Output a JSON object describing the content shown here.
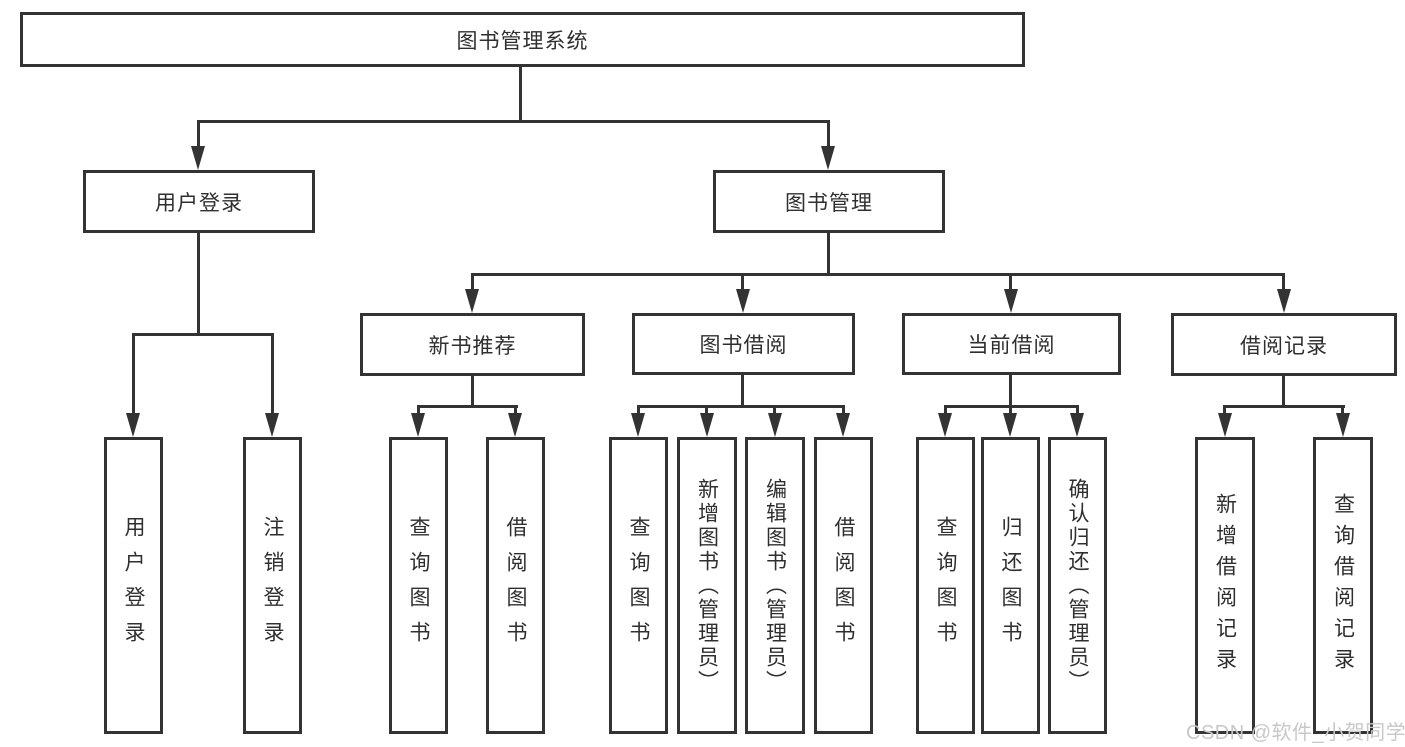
{
  "nodes": {
    "root": "图书管理系统",
    "user_login": "用户登录",
    "book_mgmt": "图书管理",
    "new_book_rec": "新书推荐",
    "book_borrow": "图书借阅",
    "current_borrow": "当前借阅",
    "borrow_records": "借阅记录",
    "ul_user_login": "用户登录",
    "ul_logout": "注销登录",
    "nb_query_book": "查询图书",
    "nb_borrow_book": "借阅图书",
    "bb_query_book": "查询图书",
    "bb_add_book": "新增图书（管理员）",
    "bb_edit_book": "编辑图书（管理员）",
    "bb_borrow_book": "借阅图书",
    "cb_query_book": "查询图书",
    "cb_return_book": "归还图书",
    "cb_confirm_return": "确认归还（管理员）",
    "br_add_record": "新增借阅记录",
    "br_query_record": "查询借阅记录"
  },
  "hierarchy": {
    "root": [
      "user_login",
      "book_mgmt"
    ],
    "user_login": [
      "ul_user_login",
      "ul_logout"
    ],
    "book_mgmt": [
      "new_book_rec",
      "book_borrow",
      "current_borrow",
      "borrow_records"
    ],
    "new_book_rec": [
      "nb_query_book",
      "nb_borrow_book"
    ],
    "book_borrow": [
      "bb_query_book",
      "bb_add_book",
      "bb_edit_book",
      "bb_borrow_book"
    ],
    "current_borrow": [
      "cb_query_book",
      "cb_return_book",
      "cb_confirm_return"
    ],
    "borrow_records": [
      "br_add_record",
      "br_query_record"
    ]
  },
  "watermark": "CSDN @软件_小贺同学",
  "colors": {
    "line": "#333333",
    "box_border": "#333333",
    "box_background": "#ffffff",
    "text": "#2f2f2f",
    "watermark": "#c8c8c8",
    "page_background": "#ffffff"
  }
}
